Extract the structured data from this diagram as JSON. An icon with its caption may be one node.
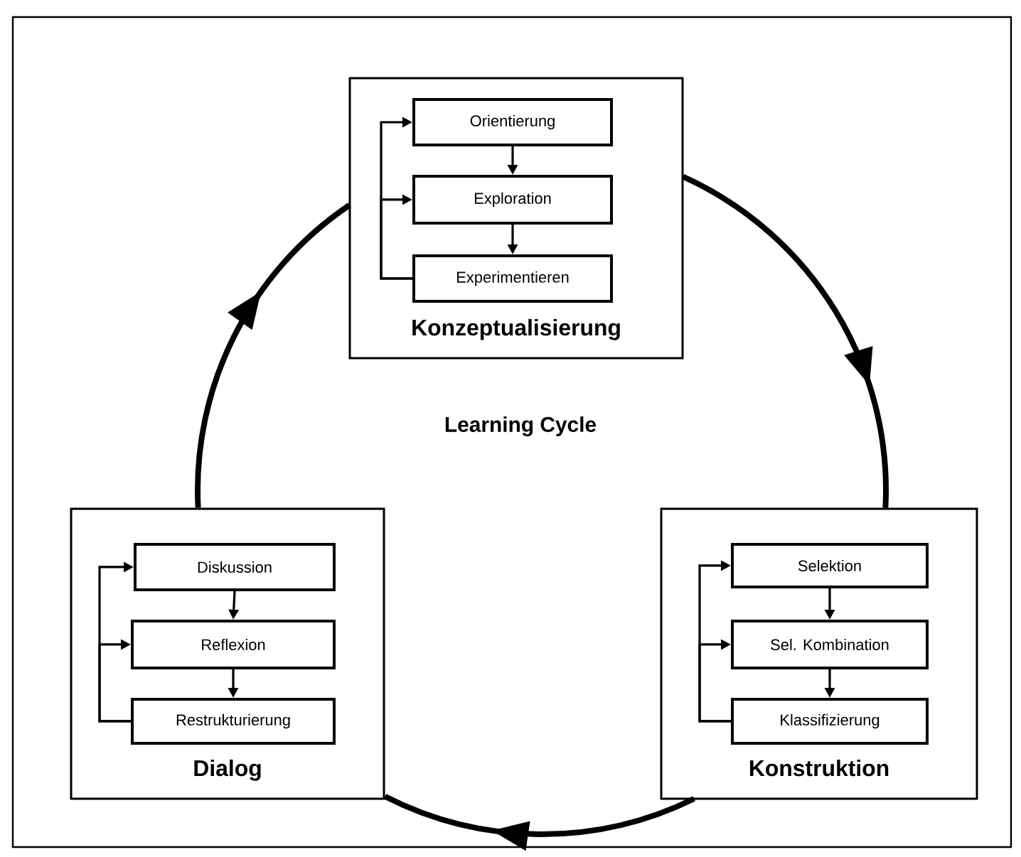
{
  "diagram": {
    "nodes": [
      {
        "text": [
          "Konzeptualisierung"
        ]
      },
      {
        "text": [
          "Orientierung"
        ],
        "in": 0
      },
      {
        "text": [
          "Exploration"
        ],
        "in": 0
      },
      {
        "text": [
          "Experimentieren"
        ],
        "in": 0
      },
      {
        "text": [
          "Dialog"
        ]
      },
      {
        "text": [
          "Diskussion"
        ],
        "in": 4
      },
      {
        "text": [
          "Reflexion"
        ],
        "in": 4
      },
      {
        "text": [
          "Restrukturierung"
        ],
        "in": 4
      },
      {
        "text": [
          "Konstruktion"
        ]
      },
      {
        "text": [
          "Selektion"
        ],
        "in": 8
      },
      {
        "text": [
          "Sel. Kombination"
        ],
        "in": 8
      },
      {
        "text": [
          "Klassifizierung"
        ],
        "in": 8
      }
    ],
    "edges": [
      {
        "from": 1,
        "to": 2,
        "arrow": "to"
      },
      {
        "from": 2,
        "to": 3,
        "arrow": "to"
      },
      {
        "from": 3,
        "to": 1,
        "arrow": "to"
      },
      {
        "from": 3,
        "to": 2,
        "arrow": "to"
      },
      {
        "from": 5,
        "to": 6,
        "arrow": "to"
      },
      {
        "from": 6,
        "to": 7,
        "arrow": "to"
      },
      {
        "from": 7,
        "to": 5,
        "arrow": "to"
      },
      {
        "from": 7,
        "to": 6,
        "arrow": "to"
      },
      {
        "from": 9,
        "to": 10,
        "arrow": "to"
      },
      {
        "from": 10,
        "to": 11,
        "arrow": "to"
      },
      {
        "from": 11,
        "to": 9,
        "arrow": "to"
      },
      {
        "from": 11,
        "to": 10,
        "arrow": "to"
      },
      {
        "from": 0,
        "to": 8,
        "arrow": "to",
        "style": "thick"
      },
      {
        "from": 8,
        "to": 4,
        "arrow": "to",
        "style": "thick"
      },
      {
        "from": 4,
        "to": 0,
        "arrow": "to",
        "style": "thick"
      }
    ],
    "labels": [
      "Learning Cycle"
    ]
  }
}
